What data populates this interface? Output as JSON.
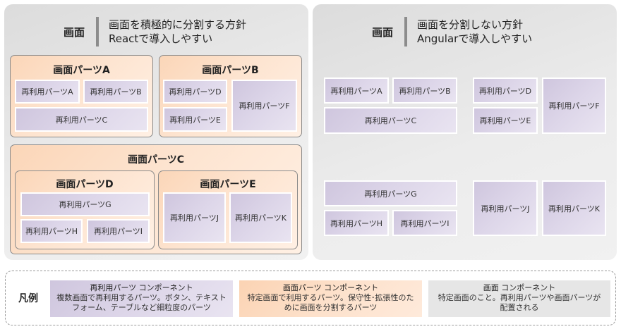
{
  "left_screen": {
    "label": "画面",
    "policy_line1": "画面を積極的に分割する方針",
    "policy_line2": "Reactで導入しやすい",
    "screen_parts": {
      "a": {
        "title": "画面パーツA",
        "reuse": [
          "再利用パーツA",
          "再利用パーツB",
          "再利用パーツC"
        ]
      },
      "b": {
        "title": "画面パーツB",
        "reuse": [
          "再利用パーツD",
          "再利用パーツE",
          "再利用パーツF"
        ]
      },
      "c": {
        "title": "画面パーツC",
        "d": {
          "title": "画面パーツD",
          "reuse": [
            "再利用パーツG",
            "再利用パーツH",
            "再利用パーツI"
          ]
        },
        "e": {
          "title": "画面パーツE",
          "reuse": [
            "再利用パーツJ",
            "再利用パーツK"
          ]
        }
      }
    }
  },
  "right_screen": {
    "label": "画面",
    "policy_line1": "画面を分割しない方針",
    "policy_line2": "Angularで導入しやすい",
    "reuse": [
      "再利用パーツA",
      "再利用パーツB",
      "再利用パーツC",
      "再利用パーツD",
      "再利用パーツE",
      "再利用パーツF",
      "再利用パーツG",
      "再利用パーツH",
      "再利用パーツI",
      "再利用パーツJ",
      "再利用パーツK"
    ]
  },
  "legend": {
    "title": "凡例",
    "items": [
      {
        "title": "再利用パーツ コンポーネント",
        "line1": "複数画面で再利用するパーツ。ボタン、テキスト",
        "line2": "フォーム、テーブルなど細粒度のパーツ"
      },
      {
        "title": "画面パーツ コンポーネント",
        "line1": "特定画面で利用するパーツ。保守性･拡張性のた",
        "line2": "めに画面を分割するパーツ"
      },
      {
        "title": "画面 コンポーネント",
        "line1": "特定画面のこと。再利用パーツや画面パーツが",
        "line2": "配置される"
      }
    ]
  },
  "colors": {
    "reuse_part": "#ddd6e9",
    "screen_part": "#fde4d0",
    "screen": "#e6e6e6",
    "divider": "#8c8c8c"
  }
}
